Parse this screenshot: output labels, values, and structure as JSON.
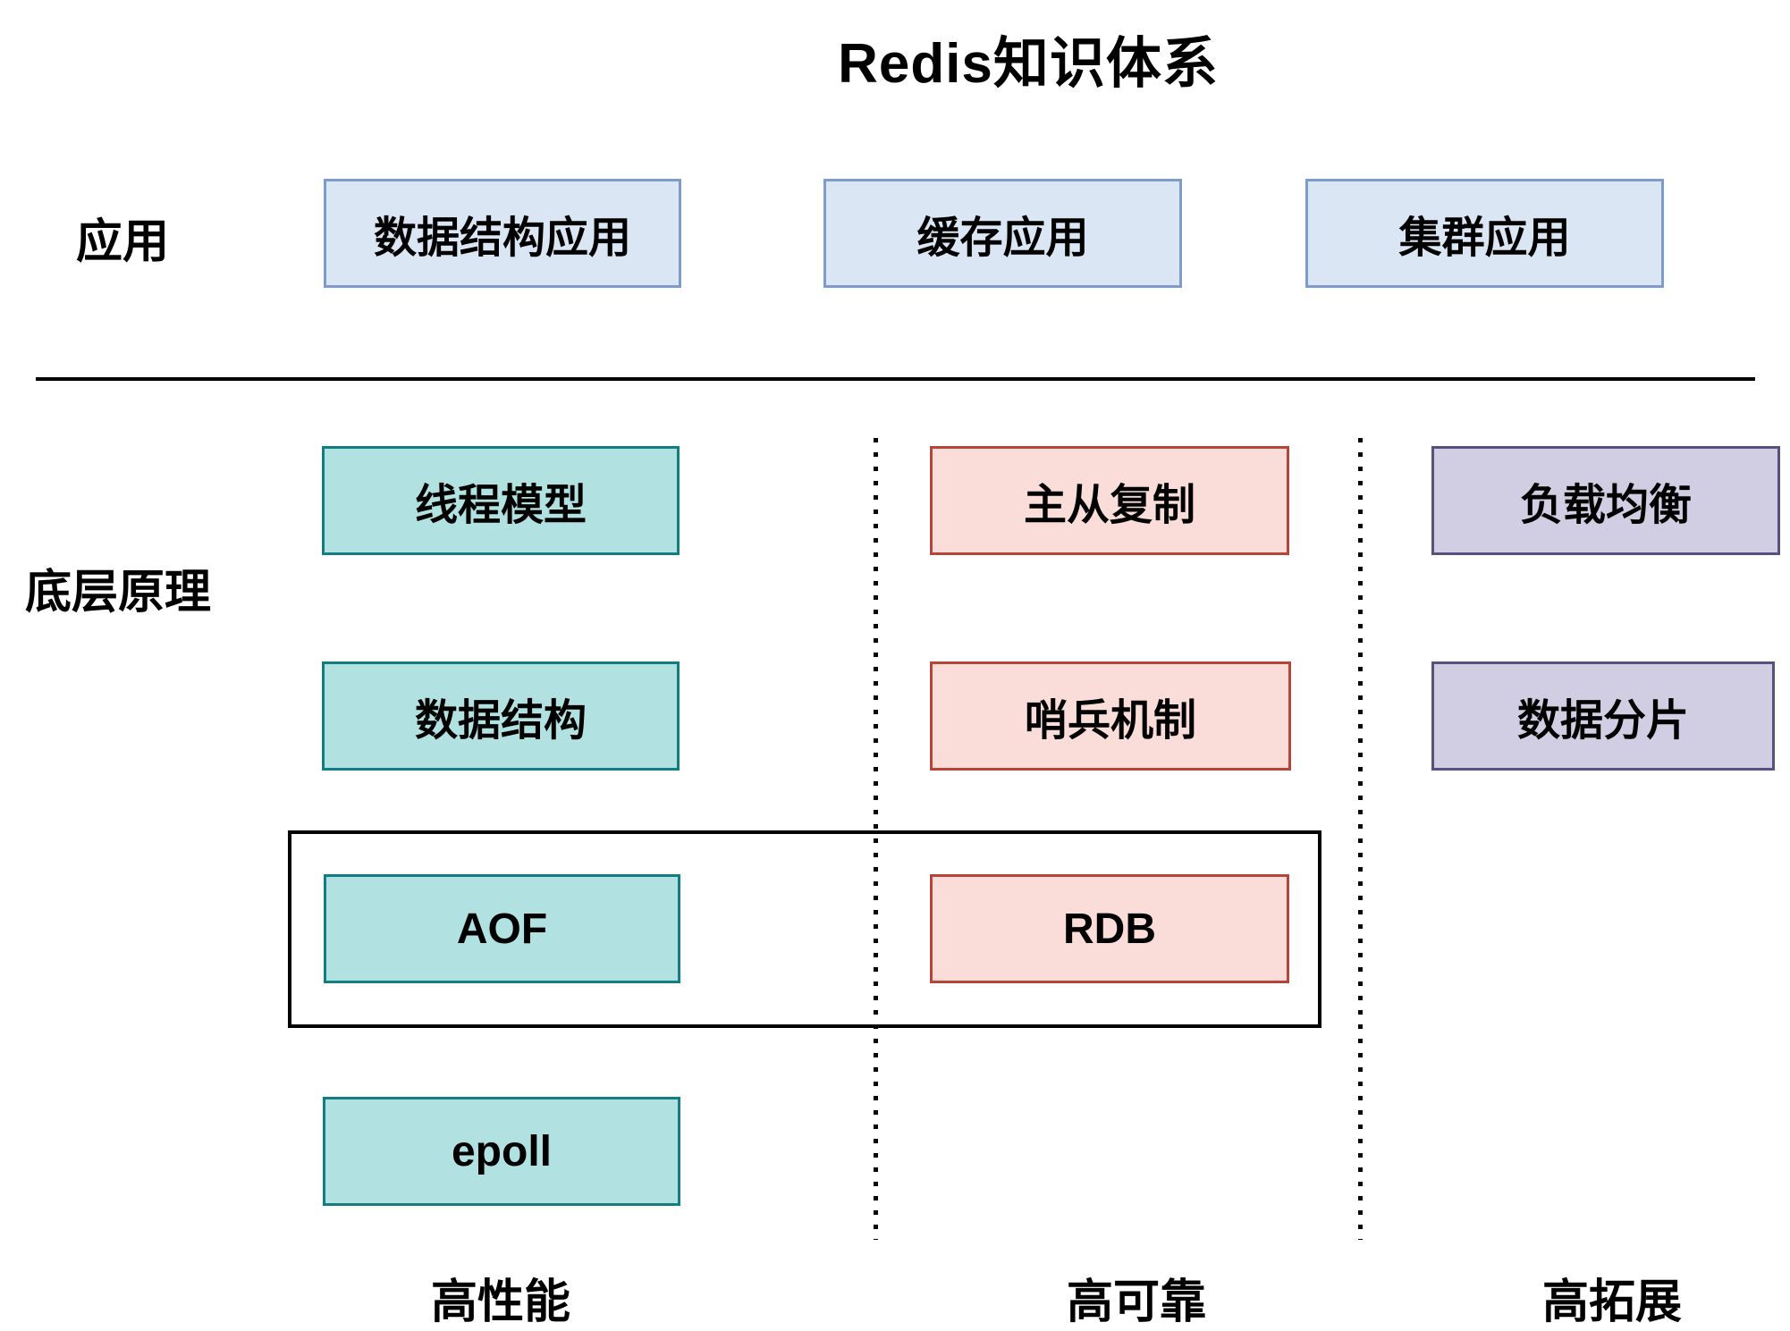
{
  "title": "Redis知识体系",
  "labels": {
    "application_row": "应用",
    "principles_row": "底层原理"
  },
  "application_boxes": {
    "data_structure_app": "数据结构应用",
    "cache_app": "缓存应用",
    "cluster_app": "集群应用"
  },
  "performance_column": {
    "footer": "高性能",
    "thread_model": "线程模型",
    "data_structure": "数据结构",
    "aof": "AOF",
    "epoll": "epoll"
  },
  "reliability_column": {
    "footer": "高可靠",
    "master_slave_replication": "主从复制",
    "sentinel_mechanism": "哨兵机制",
    "rdb": "RDB"
  },
  "scalability_column": {
    "footer": "高拓展",
    "load_balancing": "负载均衡",
    "data_sharding": "数据分片"
  },
  "colors": {
    "app_fill": "#dbe6f4",
    "app_border": "#7e9cc9",
    "performance_fill": "#b2e1e2",
    "performance_border": "#137e82",
    "reliability_fill": "#fadcd9",
    "reliability_border": "#b5453a",
    "scalability_fill": "#d1cde2",
    "scalability_border": "#57517f",
    "line_color": "#000000"
  }
}
